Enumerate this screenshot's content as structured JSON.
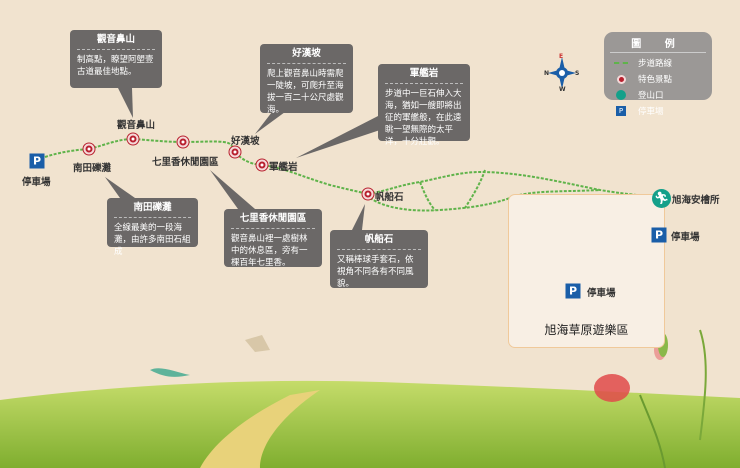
{
  "colors": {
    "background": "#f1e3cf",
    "trail": "#5fb34a",
    "spot": "#b8202e",
    "trailhead": "#14a08a",
    "parking": "#1a5ea8",
    "callout": "#6b6867"
  },
  "compass": {
    "n": "N",
    "e": "E",
    "s": "S",
    "w": "W"
  },
  "legend": {
    "title": "圖 例",
    "items": [
      {
        "icon": "trail-line",
        "label": "步道路線"
      },
      {
        "icon": "spot-marker",
        "label": "特色景點"
      },
      {
        "icon": "trailhead-icon",
        "label": "登山口"
      },
      {
        "icon": "parking-icon",
        "label": "停車場"
      }
    ]
  },
  "places": {
    "parking_west": "停車場",
    "nantian": "南田礫灘",
    "guanyin": "觀音鼻山",
    "qilixiang": "七里香休閒園區",
    "haohan": "好漢坡",
    "junjian": "軍艦岩",
    "fanchuan": "帆船石",
    "trailhead": "旭海安檜所",
    "parking_east": "停車場",
    "parking_zone": "停車場",
    "zone": "旭海草原遊樂區"
  },
  "callouts": {
    "guanyin": {
      "title": "觀音鼻山",
      "text": "制高點，瞭望阿塱壹古道最佳地點。"
    },
    "haohan": {
      "title": "好漢坡",
      "text": "爬上觀音鼻山時需爬一陡坡，可爬升至海拔一百二十公尺處觀海。"
    },
    "junjian": {
      "title": "軍艦岩",
      "text": "步道中一巨石伸入大海，猶如一艘即將出征的軍艦般，在此遠眺一望無際的太平洋，十分壯觀。"
    },
    "nantian": {
      "title": "南田礫灘",
      "text": "全線最美的一段海灘，由許多南田石組成"
    },
    "qilixiang": {
      "title": "七里香休閒園區",
      "text": "觀音鼻山裡一處樹林中的休息區，旁有一棵百年七里香。"
    },
    "fanchuan": {
      "title": "帆船石",
      "text": "又稱棒球手套石，依視角不同各有不同風貌。"
    }
  }
}
